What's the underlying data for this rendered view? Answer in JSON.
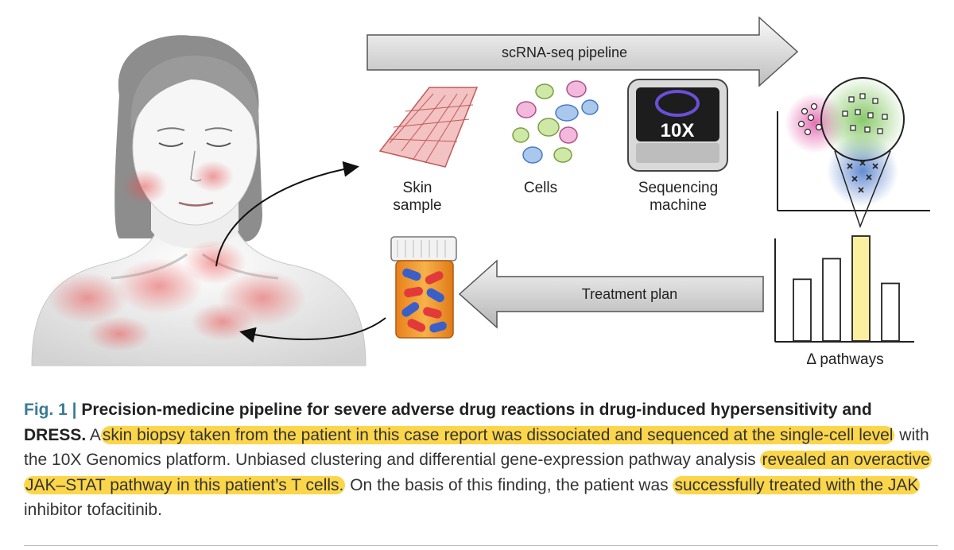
{
  "figure": {
    "arrow_top_label": "scRNA-seq pipeline",
    "arrow_bottom_label": "Treatment plan",
    "skin_label_1": "Skin",
    "skin_label_2": "sample",
    "cells_label": "Cells",
    "seq_label_1": "Sequencing",
    "seq_label_2": "machine",
    "machine_logo": "10X",
    "pathways_label": "Δ pathways",
    "bar_chart": {
      "values": [
        3,
        4,
        5.1,
        2.8
      ],
      "highlight_index": 2,
      "highlight_color": "#fbefa0"
    },
    "cluster_colors": {
      "pink": "#e05aa8",
      "green": "#7cc35a",
      "blue": "#4a78c8"
    }
  },
  "caption": {
    "fig_label": "Fig. 1 |",
    "title": "Precision-medicine pipeline for severe adverse drug reactions in drug-induced hypersensitivity and DRESS.",
    "t1": "A",
    "h1": "skin biopsy taken from the patient in this case report was dissociated and sequenced at the single-cell level",
    "t2": "with the 10X Genomics platform. Unbiased clustering and differential gene-expression pathway analysis",
    "h2": "revealed an overactive JAK–STAT pathway in this patient’s T cells.",
    "t3": "On the basis of this finding, the patient was",
    "h3": "successfully treated with the JAK",
    "t4": "inhibitor tofacitinib.",
    "highlight_color": "#fcd64a"
  }
}
